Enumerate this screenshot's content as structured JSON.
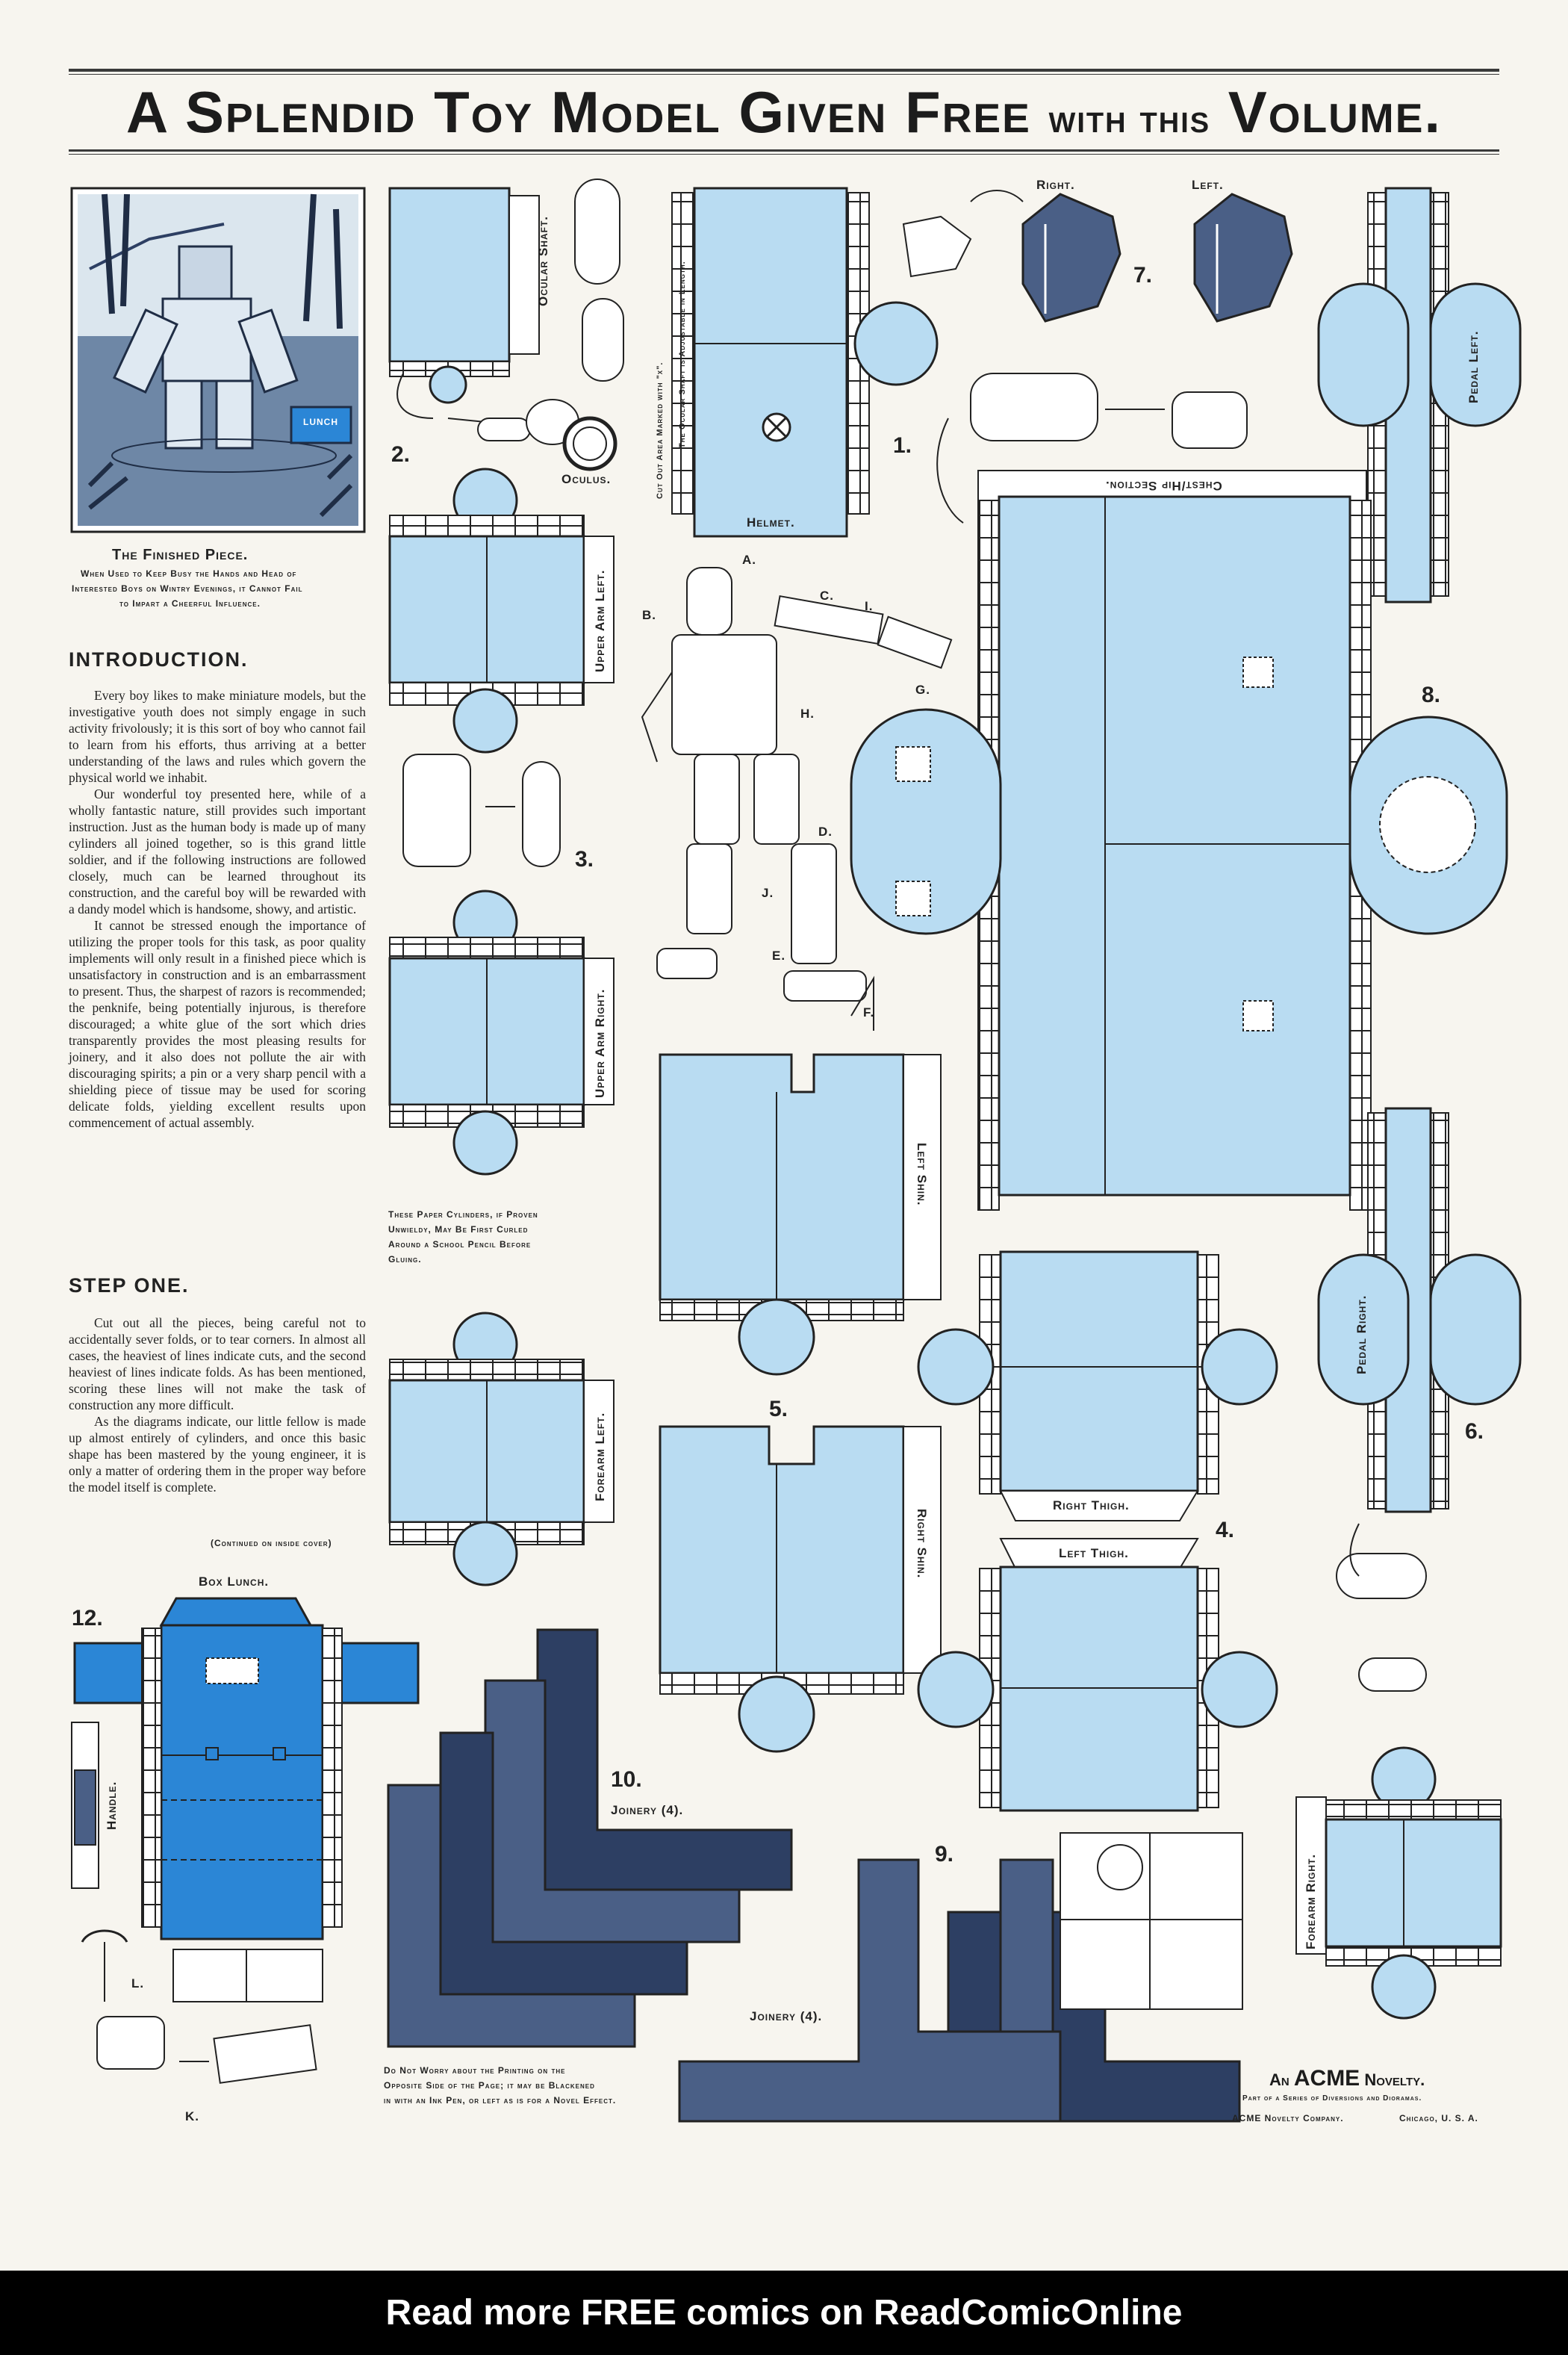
{
  "header": {
    "title_main": "A Splendid Toy Model Given Free",
    "title_small": "with this",
    "title_end": "Volume."
  },
  "illustration": {
    "lunch_label": "LUNCH",
    "caption_title": "The Finished Piece.",
    "caption_line1": "When Used to Keep Busy the Hands and Head of",
    "caption_line2": "Interested Boys on Wintry Evenings, it Cannot Fail",
    "caption_line3": "to Impart a Cheerful Influence."
  },
  "introduction": {
    "heading": "INTRODUCTION.",
    "paragraphs": [
      "Every boy likes to make miniature models, but the investigative youth does not simply engage in such activity frivolously; it is this sort of boy who cannot fail to learn from his efforts, thus arriving at a better understanding of the laws and rules which govern the physical world we inhabit.",
      "Our wonderful toy presented here, while of a wholly fantastic nature, still provides such important instruction. Just as the human body is made up of many cylinders all joined together, so is this grand little soldier, and if the following instructions are followed closely, much can be learned throughout its construction, and the careful boy will be rewarded with a dandy model which is handsome, showy, and artistic.",
      "It cannot be stressed enough the importance of utilizing the proper tools for this task, as poor quality implements will only result in a finished piece which is unsatisfactory in construction and is an embarrassment to present. Thus, the sharpest of razors is recommended; the penknife, being potentially injurous, is therefore discouraged; a white glue of the sort which dries transparently provides the most pleasing results for joinery, and it also does not pollute the air with discouraging spirits; a pin or a very sharp pencil with a shielding piece of tissue may be used for scoring delicate folds, yielding excellent results upon commencement of actual assembly."
    ]
  },
  "step_one": {
    "heading": "STEP ONE.",
    "paragraphs": [
      "Cut out all the pieces, being careful not to accidentally sever folds, or to tear corners. In almost all cases, the heaviest of lines indicate cuts, and the second heaviest of lines indicate folds. As has been mentioned, scoring these lines will not make the task of construction any more difficult.",
      "As the diagrams indicate, our little fellow is made up almost entirely of cylinders, and once this basic shape has been mastered by the young engineer, it is only a matter of ordering them in the proper way before the model itself is complete."
    ],
    "continued": "(Continued on inside cover)"
  },
  "parts": {
    "ocular_shaft": "Ocular Shaft.",
    "oculus": "Oculus.",
    "ocular_note": "The Ocular Shaft is Adjustable in Length.",
    "cutout_note": "Cut Out Area Marked with \"x\".",
    "helmet": "Helmet.",
    "upper_arm_left": "Upper Arm Left.",
    "upper_arm_right": "Upper Arm Right.",
    "forearm_left": "Forearm Left.",
    "forearm_right": "Forearm Right.",
    "left_shin": "Left Shin.",
    "right_shin": "Right Shin.",
    "right_thigh": "Right Thigh.",
    "left_thigh": "Left Thigh.",
    "chest_hip": "Chest/Hip Section.",
    "pedal_left": "Pedal Left.",
    "pedal_right": "Pedal Right.",
    "right": "Right.",
    "left": "Left.",
    "box_lunch": "Box Lunch.",
    "handle": "Handle.",
    "joinery_a": "Joinery (4).",
    "joinery_b": "Joinery (4)."
  },
  "numbers": [
    "1.",
    "2.",
    "3.",
    "4.",
    "5.",
    "6.",
    "7.",
    "8.",
    "9.",
    "10.",
    "12."
  ],
  "figure_letters": [
    "A.",
    "B.",
    "C.",
    "I.",
    "G.",
    "H.",
    "D.",
    "J.",
    "E.",
    "F.",
    "L.",
    "K."
  ],
  "notes": {
    "cylinders_1": "These Paper Cylinders, if Proven",
    "cylinders_2": "Unwieldy, May Be First Curled",
    "cylinders_3": "Around a School Pencil Before",
    "cylinders_4": "Gluing.",
    "printing_1": "Do Not Worry about the Printing on the",
    "printing_2": "Opposite Side of the Page; it may be Blackened",
    "printing_3": "in with an Ink Pen, or left as is for a Novel Effect."
  },
  "imprint": {
    "line1_a": "An",
    "line1_b": "ACME",
    "line1_c": "Novelty.",
    "line2": "Part of a Series of Diversions and Dioramas.",
    "line3_a": "ACME Novelty Company.",
    "line3_b": "Chicago, U. S. A."
  },
  "footer": "Read more FREE comics on ReadComicOnline",
  "colors": {
    "pale_blue": "#b9dcf2",
    "bright_blue": "#2b86d6",
    "slate_blue": "#4a5f86",
    "navy": "#2d3f63",
    "ink": "#1c1c1c"
  }
}
